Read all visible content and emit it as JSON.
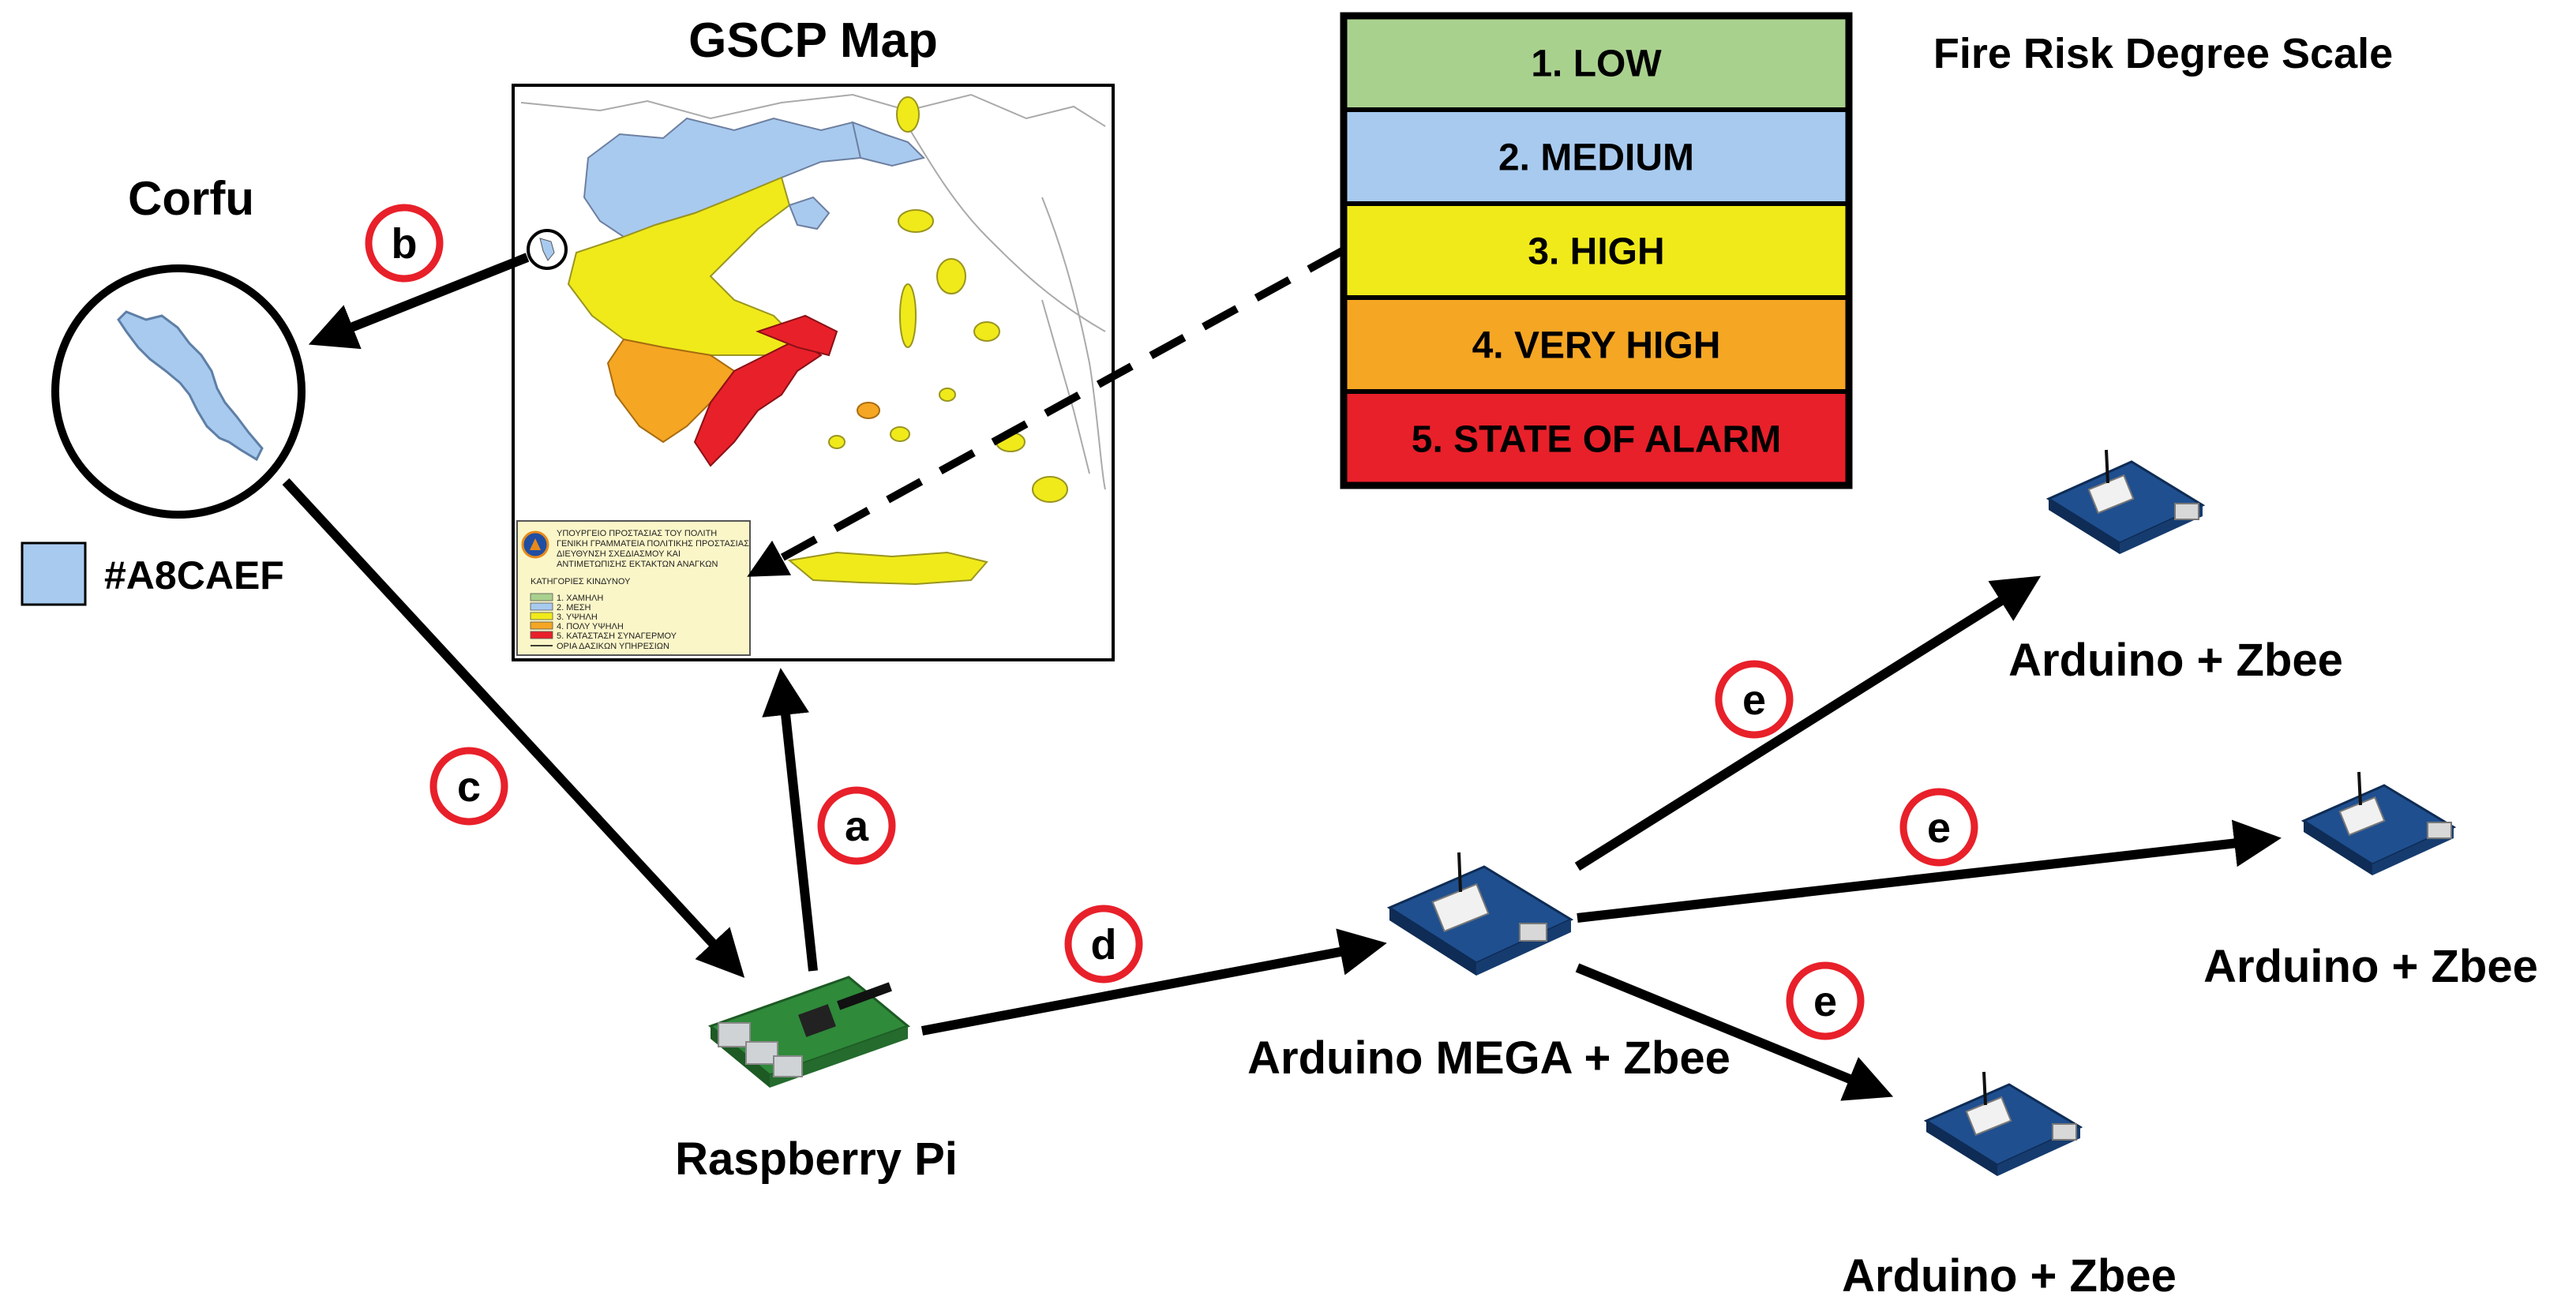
{
  "titles": {
    "gscp_map": "GSCP Map",
    "scale": "Fire Risk Degree Scale",
    "corfu": "Corfu"
  },
  "color_swatch": {
    "label": "#A8CAEF",
    "color": "#A8CAEF"
  },
  "scale_levels": [
    {
      "label": "1. LOW",
      "color": "#A9D18E"
    },
    {
      "label": "2. MEDIUM",
      "color": "#A8CAEF"
    },
    {
      "label": "3. HIGH",
      "color": "#F0EA1A"
    },
    {
      "label": "4. VERY HIGH",
      "color": "#F5A623"
    },
    {
      "label": "5. STATE OF ALARM",
      "color": "#E8202A"
    }
  ],
  "devices": {
    "raspberry": "Raspberry Pi",
    "mega": "Arduino MEGA + Zbee",
    "node1": "Arduino + Zbee",
    "node2": "Arduino + Zbee",
    "node3": "Arduino + Zbee"
  },
  "badges": {
    "a": "a",
    "b": "b",
    "c": "c",
    "d": "d",
    "e1": "e",
    "e2": "e",
    "e3": "e"
  },
  "map_legend": {
    "header_lines": [
      "ΥΠΟΥΡΓΕΙΟ ΠΡΟΣΤΑΣΙΑΣ ΤΟΥ ΠΟΛΙΤΗ",
      "ΓΕΝΙΚΗ ΓΡΑΜΜΑΤΕΙΑ ΠΟΛΙΤΙΚΗΣ ΠΡΟΣΤΑΣΙΑΣ",
      "ΔΙΕΥΘΥΝΣΗ ΣΧΕΔΙΑΣΜΟΥ ΚΑΙ",
      "ΑΝΤΙΜΕΤΩΠΙΣΗΣ ΕΚΤΑΚΤΩΝ ΑΝΑΓΚΩΝ"
    ],
    "category_title": "ΚΑΤΗΓΟΡΙΕΣ ΚΙΝΔΥΝΟΥ",
    "items": [
      "1. ΧΑΜΗΛΗ",
      "2. ΜΕΣΗ",
      "3. ΥΨΗΛΗ",
      "4. ΠΟΛΥ ΥΨΗΛΗ",
      "5. ΚΑΤΑΣΤΑΣΗ ΣΥΝΑΓΕΡΜΟΥ"
    ],
    "boundary": "ΟΡΙΑ ΔΑΣΙΚΩΝ ΥΠΗΡΕΣΙΩΝ"
  },
  "colors": {
    "badge_ring": "#E8202A",
    "legend_bg": "#FBF6C8",
    "sea_border": "#AAAAAA"
  }
}
